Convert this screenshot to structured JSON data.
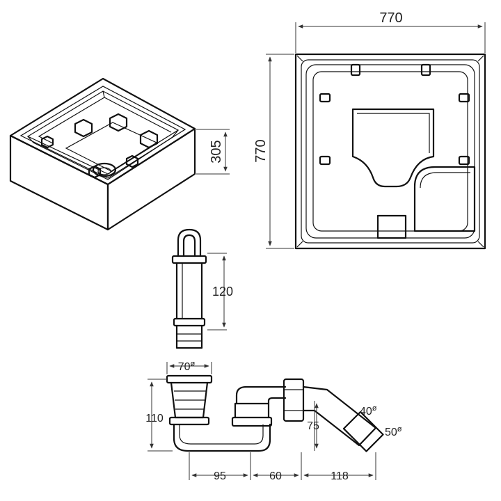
{
  "colors": {
    "line": "#111111",
    "dimension": "#333333",
    "background": "#ffffff"
  },
  "top_view": {
    "width_label": "770",
    "depth_label": "770"
  },
  "iso_view": {
    "height_label": "305"
  },
  "riser_pipe": {
    "height_label": "120"
  },
  "waste_trap": {
    "outlet_diameter_label": "70",
    "trap_height_label": "110",
    "outlet_height_label": "75",
    "width_left_label": "95",
    "width_middle_label": "60",
    "width_right_label": "118",
    "inner_diameter_label": "40",
    "outer_diameter_label": "50",
    "diameter_symbol": "ø"
  }
}
